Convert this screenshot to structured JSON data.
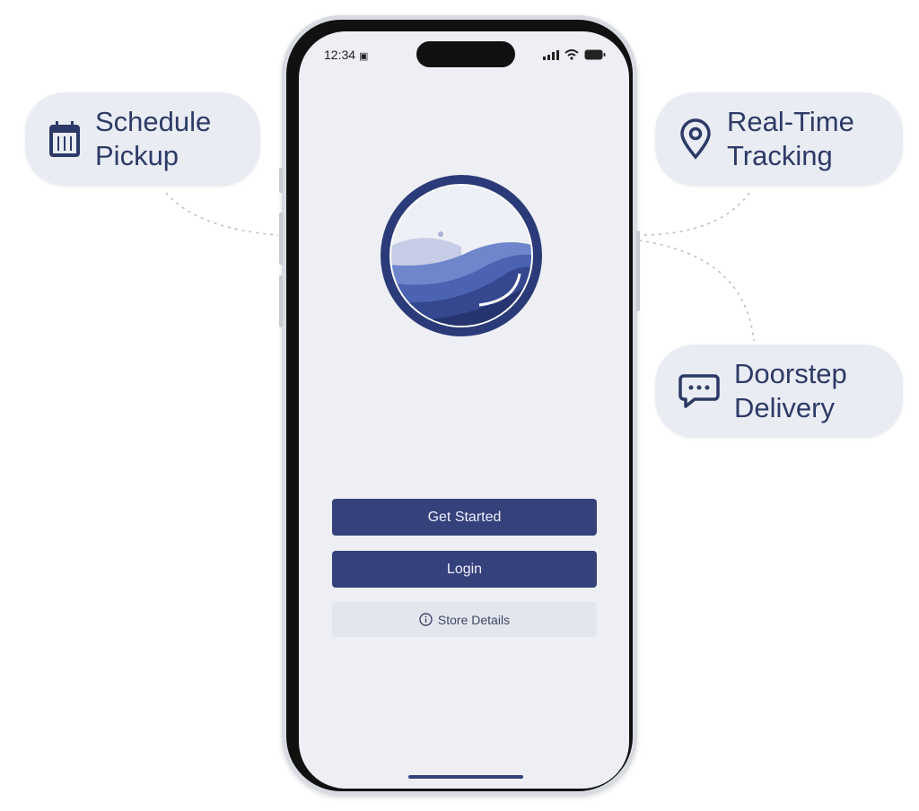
{
  "status_bar": {
    "time": "12:34"
  },
  "buttons": {
    "get_started": "Get Started",
    "login": "Login",
    "store_details": "Store Details"
  },
  "features": [
    {
      "line1": "Schedule",
      "line2": "Pickup",
      "icon": "calendar-icon"
    },
    {
      "line1": "Real-Time",
      "line2": "Tracking",
      "icon": "location-pin-icon"
    },
    {
      "line1": "Doorstep",
      "line2": "Delivery",
      "icon": "chat-bubble-icon"
    }
  ],
  "colors": {
    "primary": "#35417b",
    "text": "#2d3a67",
    "bubble": "#e9ecf3"
  }
}
